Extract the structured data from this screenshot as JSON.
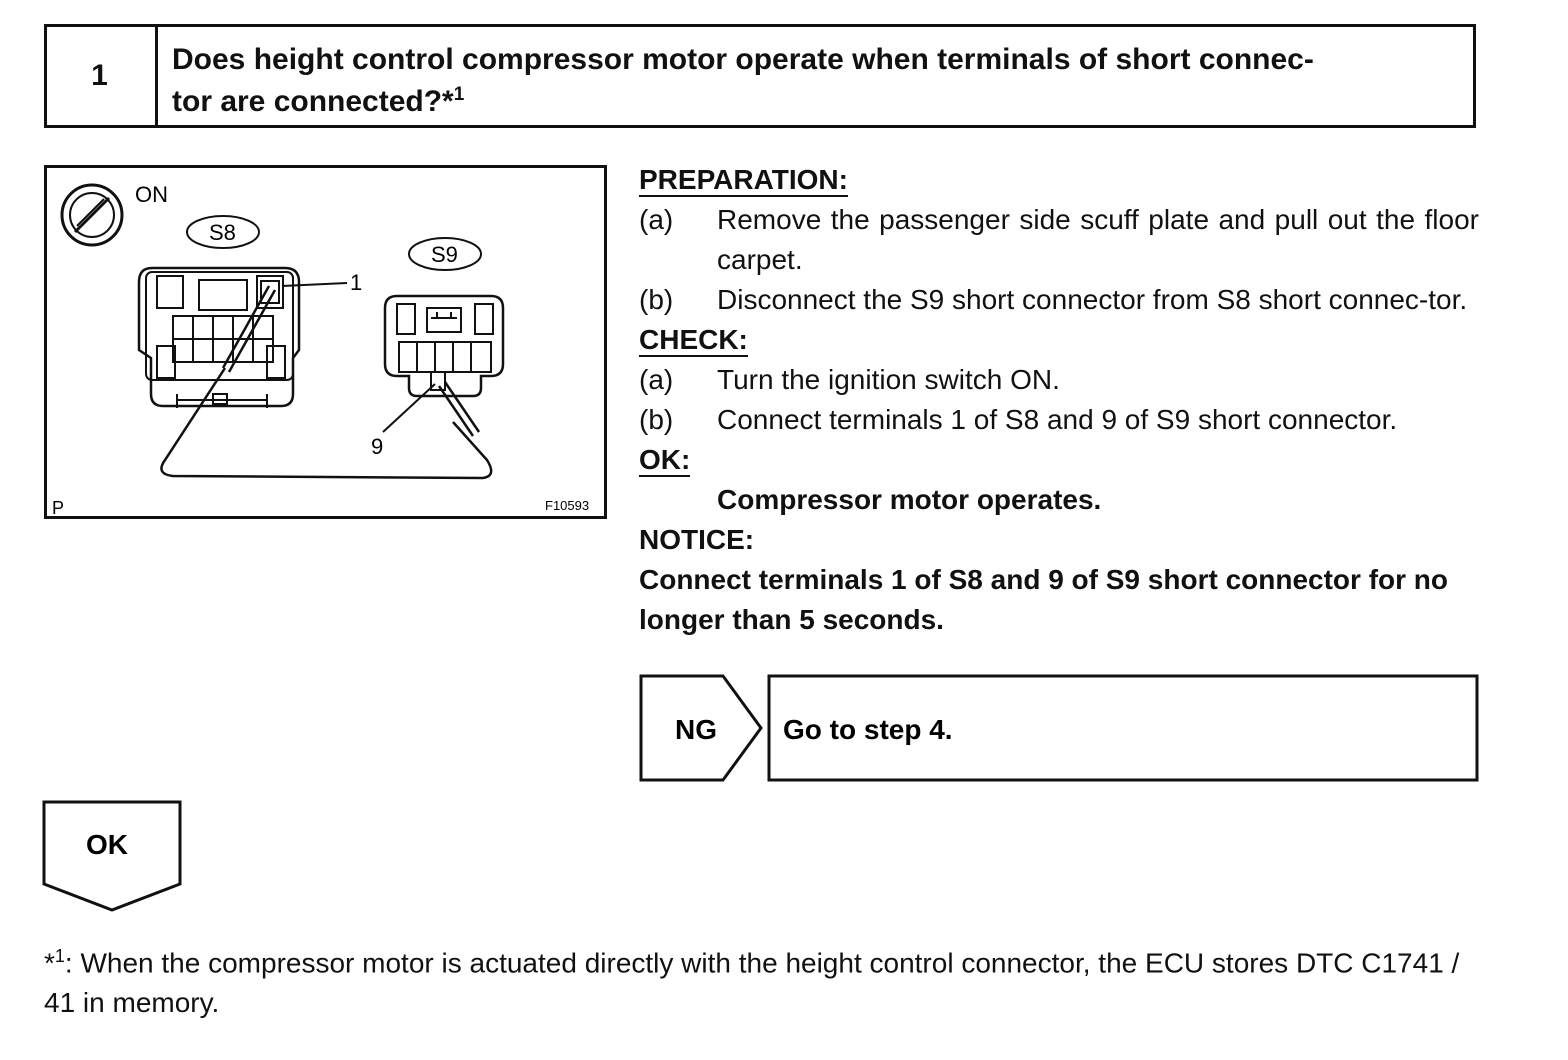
{
  "step": {
    "number": "1",
    "question": "Does height control compressor motor operate when terminals of short connec-tor are connected?",
    "question_line1": "Does height control compressor motor operate when terminals of short connec-",
    "question_line2": "tor are connected?*",
    "question_sup": "1"
  },
  "figure": {
    "ignition_label": "ON",
    "connector_s8": "S8",
    "connector_s9": "S9",
    "terminal_1": "1",
    "terminal_9": "9",
    "corner_code": "P",
    "figure_id": "F10593"
  },
  "preparation": {
    "heading": "PREPARATION:",
    "items": [
      {
        "label": "(a)",
        "text": "Remove the passenger side scuff plate and pull out the floor carpet."
      },
      {
        "label": "(b)",
        "text": "Disconnect the S9 short connector from S8 short connec-tor."
      }
    ]
  },
  "check": {
    "heading": "CHECK:",
    "items": [
      {
        "label": "(a)",
        "text": "Turn the ignition switch ON."
      },
      {
        "label": "(b)",
        "text": "Connect terminals 1 of S8 and 9 of S9 short connector."
      }
    ]
  },
  "ok": {
    "heading": "OK:",
    "result": "Compressor motor operates."
  },
  "notice": {
    "heading": "NOTICE:",
    "text": "Connect terminals 1 of S8 and 9 of S9 short connector for no longer than 5 seconds."
  },
  "ng": {
    "label": "NG",
    "action": "Go to step 4."
  },
  "ok_arrow": {
    "label": "OK"
  },
  "footnote": {
    "marker": "*",
    "sup": "1",
    "text": ": When the compressor motor is actuated directly with the height control connector, the ECU stores DTC C1741 / 41 in memory."
  }
}
